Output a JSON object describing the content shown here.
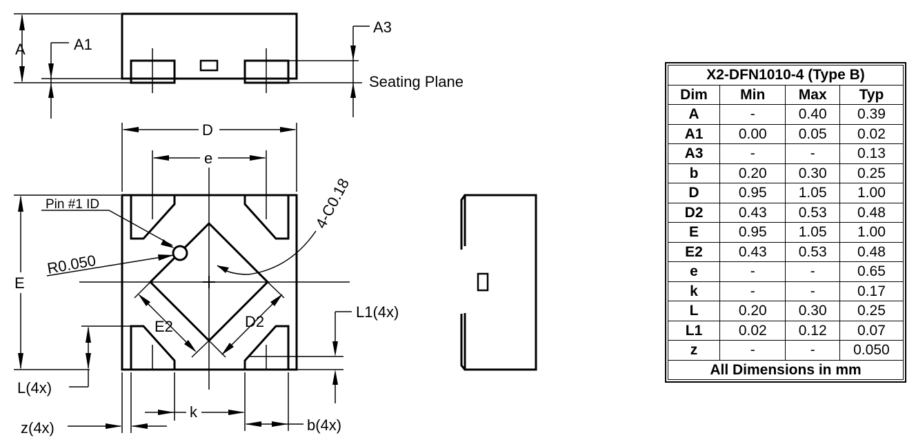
{
  "side_view": {
    "labels": {
      "a": "A",
      "a1": "A1",
      "a3": "A3",
      "seating_plane": "Seating Plane"
    }
  },
  "bottom_view": {
    "labels": {
      "d": "D",
      "e_pitch": "e",
      "e_body": "E",
      "pin1_id": "Pin #1 ID",
      "chamfer": "4-C0.18",
      "radius": "R0.050",
      "e2": "E2",
      "d2": "D2",
      "l1": "L1(4x)",
      "l": "L(4x)",
      "z": "z(4x)",
      "k": "k",
      "b": "b(4x)"
    }
  },
  "dimension_table": {
    "title": "X2-DFN1010-4 (Type B)",
    "headers": [
      "Dim",
      "Min",
      "Max",
      "Typ"
    ],
    "rows": [
      [
        "A",
        "-",
        "0.40",
        "0.39"
      ],
      [
        "A1",
        "0.00",
        "0.05",
        "0.02"
      ],
      [
        "A3",
        "-",
        "-",
        "0.13"
      ],
      [
        "b",
        "0.20",
        "0.30",
        "0.25"
      ],
      [
        "D",
        "0.95",
        "1.05",
        "1.00"
      ],
      [
        "D2",
        "0.43",
        "0.53",
        "0.48"
      ],
      [
        "E",
        "0.95",
        "1.05",
        "1.00"
      ],
      [
        "E2",
        "0.43",
        "0.53",
        "0.48"
      ],
      [
        "e",
        "-",
        "-",
        "0.65"
      ],
      [
        "k",
        "-",
        "-",
        "0.17"
      ],
      [
        "L",
        "0.20",
        "0.30",
        "0.25"
      ],
      [
        "L1",
        "0.02",
        "0.12",
        "0.07"
      ],
      [
        "z",
        "-",
        "-",
        "0.050"
      ]
    ],
    "footer": "All Dimensions in mm"
  }
}
